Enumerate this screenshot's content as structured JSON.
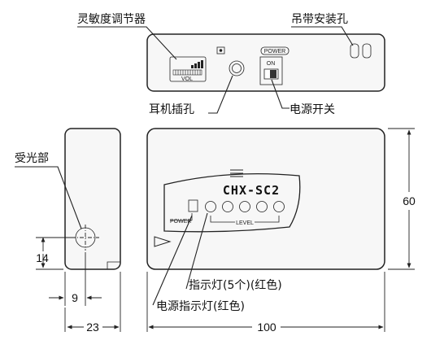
{
  "callouts": {
    "sensitivity_dial": "灵敏度调节器",
    "strap_holes": "吊带安装孔",
    "earphone_jack": "耳机插孔",
    "power_switch": "电源开关",
    "receiver": "受光部",
    "indicator_lamps": "指示灯(5个)(红色)",
    "power_indicator": "电源指示灯(红色)"
  },
  "panel": {
    "vol_label": "VOL",
    "power_box_label": "POWER",
    "switch_on_label": "ON",
    "model": "CHX-SC2",
    "power_small_label": "POWER",
    "level_label": "LEVEL"
  },
  "dimensions": {
    "height": "60",
    "width": "100",
    "side_width": "23",
    "receiver_offset_x": "9",
    "receiver_offset_y": "14"
  },
  "indicator_count": 5
}
